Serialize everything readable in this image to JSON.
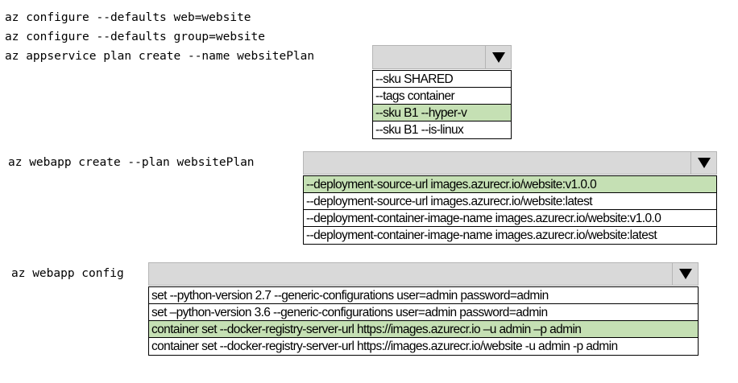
{
  "section1": {
    "lines": [
      "az configure --defaults web=website",
      "az configure --defaults group=website",
      "az appservice plan create --name websitePlan"
    ],
    "options": [
      "--sku SHARED",
      "--tags container",
      "--sku B1 --hyper-v",
      "--sku B1 --is-linux"
    ],
    "selected_index": 2
  },
  "section2": {
    "line": "az webapp create --plan websitePlan",
    "options": [
      "--deployment-source-url images.azurecr.io/website:v1.0.0",
      "--deployment-source-url images.azurecr.io/website:latest",
      "--deployment-container-image-name images.azurecr.io/website:v1.0.0",
      "--deployment-container-image-name images.azurecr.io/website:latest"
    ],
    "selected_index": 0
  },
  "section3": {
    "line": "az webapp config",
    "options": [
      "set --python-version 2.7 --generic-configurations user=admin password=admin",
      "set –python-version 3.6 --generic-configurations user=admin password=admin",
      "container set --docker-registry-server-url https://images.azurecr.io –u admin –p admin",
      "container set --docker-registry-server-url https://images.azurecr.io/website -u admin -p admin"
    ],
    "selected_index": 2
  },
  "colors": {
    "selected": "#c5e0b4",
    "dropdown_bg": "#d9d9d9"
  },
  "icons": {
    "dropdown": "chevron-down-icon"
  }
}
